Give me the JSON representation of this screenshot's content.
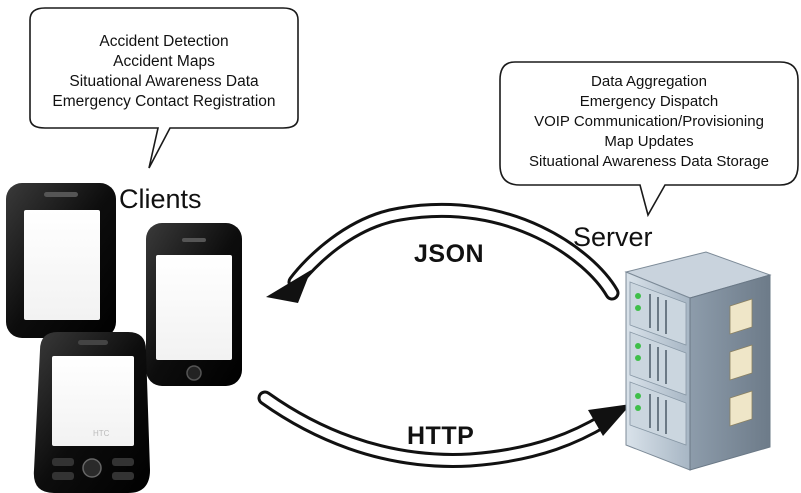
{
  "client_bubble": {
    "items": [
      "Accident Detection",
      "Accident Maps",
      "Situational Awareness Data",
      "Emergency Contact Registration"
    ]
  },
  "server_bubble": {
    "items": [
      "Data Aggregation",
      "Emergency Dispatch",
      "VOIP Communication/Provisioning",
      "Map Updates",
      "Situational Awareness Data Storage"
    ]
  },
  "labels": {
    "clients": "Clients",
    "server": "Server",
    "json": "JSON",
    "http": "HTTP"
  },
  "phone_brand": "HTC",
  "colors": {
    "outline": "#1a1a1a",
    "phone_body": "#111111",
    "server_body": "#9aa9b8",
    "server_led": "#3fbf4a",
    "server_tab": "#efe6c8"
  }
}
